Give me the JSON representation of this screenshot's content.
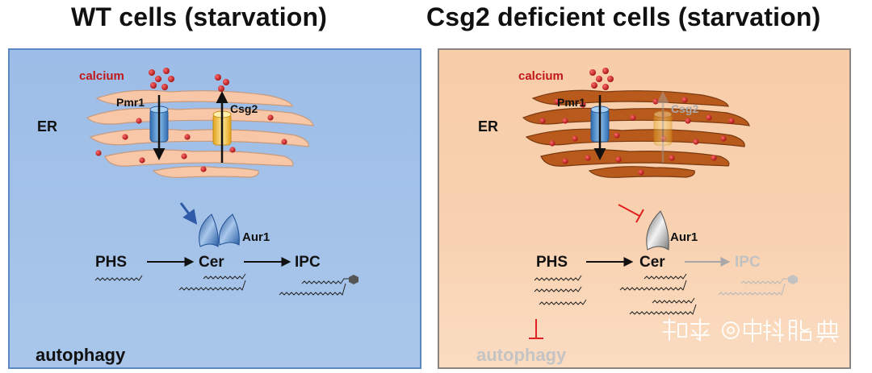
{
  "titles": {
    "wt": "WT cells (starvation)",
    "mutant": "Csg2 deficient cells (starvation)"
  },
  "wt": {
    "calcium": "calcium",
    "pmr1": "Pmr1",
    "csg2": "Csg2",
    "er": "ER",
    "aur1": "Aur1",
    "phs": "PHS",
    "cer": "Cer",
    "ipc": "IPC",
    "autophagy": "autophagy"
  },
  "mutant": {
    "calcium": "calcium",
    "pmr1": "Pmr1",
    "csg2": "Csg2",
    "er": "ER",
    "aur1": "Aur1",
    "phs": "PHS",
    "cer": "Cer",
    "ipc": "IPC",
    "autophagy": "autophagy"
  },
  "watermark": "知乎 @中科脂典",
  "colors": {
    "calcium": "#c01818",
    "er_wt": "#f7c7a8",
    "er_mutant": "#b85a1c",
    "pmr1": "#4a86c8",
    "csg2": "#f0b82c",
    "inhibit": "#e02020",
    "aur1_wt": "#4a78b8",
    "aur1_mutant": "#9a9a9a"
  }
}
